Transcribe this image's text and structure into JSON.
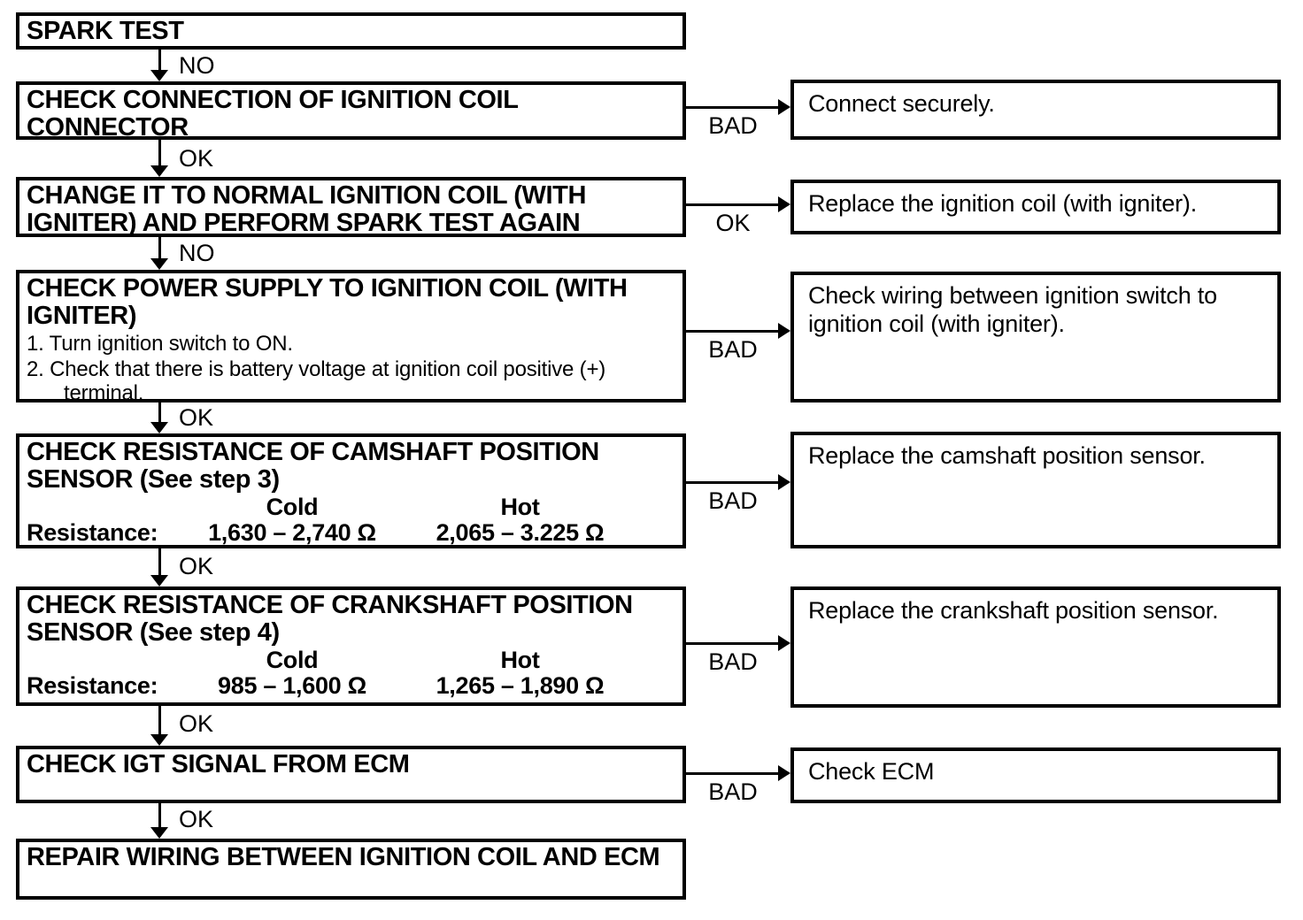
{
  "fc": {
    "colors": {
      "ink": "#000000",
      "paper": "#ffffff"
    },
    "steps": [
      {
        "title": "SPARK TEST"
      },
      {
        "title": "CHECK CONNECTION OF IGNITION COIL CONNECTOR"
      },
      {
        "title": "CHANGE IT TO NORMAL IGNITION COIL (WITH IGNITER) AND PERFORM SPARK TEST AGAIN"
      },
      {
        "title": "CHECK POWER SUPPLY TO IGNITION COIL (WITH IGNITER)",
        "items": [
          "1. Turn ignition switch to ON.",
          "2. Check that there is battery voltage at ignition coil positive (+) terminal."
        ]
      },
      {
        "title": "CHECK RESISTANCE OF CAMSHAFT POSITION SENSOR (See step 3)",
        "table": {
          "label": "Resistance:",
          "cold_header": "Cold",
          "hot_header": "Hot",
          "cold_value": "1,630 – 2,740 Ω",
          "hot_value": "2,065 – 3.225 Ω"
        }
      },
      {
        "title": "CHECK RESISTANCE OF CRANKSHAFT POSITION SENSOR (See step 4)",
        "table": {
          "label": "Resistance:",
          "cold_header": "Cold",
          "hot_header": "Hot",
          "cold_value": "985 – 1,600 Ω",
          "hot_value": "1,265 – 1,890 Ω"
        }
      },
      {
        "title": "CHECK IGT SIGNAL FROM ECM"
      },
      {
        "title": "REPAIR WIRING BETWEEN IGNITION COIL AND ECM"
      }
    ],
    "down_labels": [
      "NO",
      "OK",
      "NO",
      "OK",
      "OK",
      "OK",
      "OK"
    ],
    "branches": [
      {
        "label": "BAD",
        "text": "Connect securely."
      },
      {
        "label": "OK",
        "text": "Replace the ignition coil (with igniter)."
      },
      {
        "label": "BAD",
        "text": "Check wiring between ignition switch to ignition coil (with igniter)."
      },
      {
        "label": "BAD",
        "text": "Replace the camshaft position sensor."
      },
      {
        "label": "BAD",
        "text": "Replace the crankshaft position sensor."
      },
      {
        "label": "BAD",
        "text": "Check ECM"
      }
    ]
  }
}
